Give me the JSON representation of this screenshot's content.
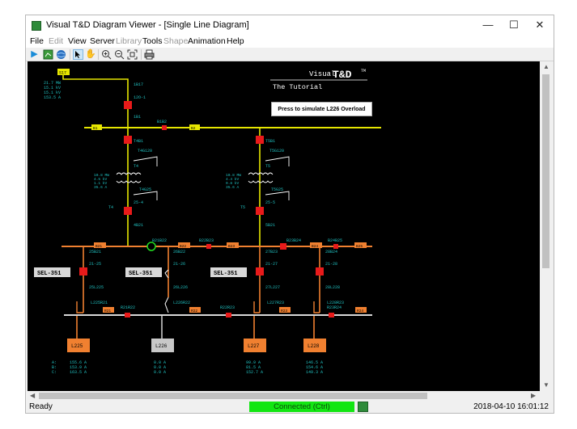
{
  "window": {
    "title": "Visual T&D Diagram Viewer - [Single Line Diagram]",
    "controls": {
      "minimize": "—",
      "maximize": "☐",
      "close": "✕"
    }
  },
  "menu": [
    "File",
    "Edit",
    "View",
    "Server",
    "Library",
    "Tools",
    "Shape",
    "Animation",
    "Help"
  ],
  "menu_disabled": [
    "Edit",
    "Library",
    "Shape"
  ],
  "toolbar": [
    "play-icon",
    "green-map-icon",
    "globe-icon",
    "pointer-icon",
    "hand-icon",
    "zoom-in-icon",
    "zoom-out-icon",
    "fit-icon",
    "print-icon"
  ],
  "diagram": {
    "brand": {
      "visual": "Visual",
      "td": "T&D",
      "tm": "TM",
      "subtitle": "The Tutorial"
    },
    "simulate_button": "Press to simulate L226 Overload",
    "top_source": {
      "tag": "S17",
      "readings": [
        "21.7 MW",
        "15.1 kV",
        "15.1 kV",
        "153.5 A"
      ],
      "labels": [
        "1B17",
        "12O-1",
        "1B1"
      ]
    },
    "bus_1": {
      "left_tag": "B1",
      "right_tag": "B2",
      "label": "B1B2"
    },
    "bay_left": {
      "labels": [
        "T4B1",
        "T4G120",
        "T4",
        "T4G25",
        "25-4",
        "4B21",
        "T4"
      ],
      "readings": [
        "10.8 MW",
        "4.5 kV",
        "1.1 kV",
        "35.6 A"
      ]
    },
    "bay_right": {
      "labels": [
        "T5B1",
        "T5G120",
        "T5",
        "T5G25",
        "25-5",
        "5B21",
        "T5"
      ],
      "readings": [
        "10.8 MW",
        "4.4 kV",
        "0.8 kV",
        "35.6 A"
      ]
    },
    "bus_2": {
      "tags": [
        "B21",
        "B22",
        "B23",
        "B24",
        "B25",
        "B26"
      ],
      "labels": [
        "B21B22",
        "B22B23",
        "B23B24",
        "B24B25"
      ]
    },
    "relays": [
      "SEL-351",
      "SEL-351",
      "SEL-351"
    ],
    "feeder_labels": {
      "f1": [
        "25B21",
        "21-25",
        "25L225",
        "L225R21"
      ],
      "f2": [
        "26B22",
        "21-26",
        "26L226",
        "L226R22"
      ],
      "f3": [
        "27B23",
        "21-27",
        "27L227",
        "L227R23"
      ],
      "f4": [
        "28B24",
        "21-28",
        "28L228",
        "L228R23"
      ]
    },
    "load_bus": {
      "tags": [
        "R21",
        "R22",
        "R23",
        "R24"
      ],
      "labels": [
        "R21R22",
        "R22R23",
        "R23R24"
      ]
    },
    "loads": [
      {
        "name": "L225",
        "color": "#f08030",
        "phase": [
          "A:",
          "B:",
          "C:"
        ],
        "amps": [
          "155.6 A",
          "153.9 A",
          "163.5 A"
        ]
      },
      {
        "name": "L226",
        "color": "#c8c8c8",
        "phase": [
          "",
          "",
          ""
        ],
        "amps": [
          "0.0 A",
          "0.0 A",
          "0.0 A"
        ]
      },
      {
        "name": "L227",
        "color": "#f08030",
        "phase": [
          "",
          "",
          ""
        ],
        "amps": [
          "99.9 A",
          "81.5 A",
          "152.7 A"
        ]
      },
      {
        "name": "L228",
        "color": "#f08030",
        "phase": [
          "",
          "",
          ""
        ],
        "amps": [
          "146.5 A",
          "154.6 A",
          "149.3 A"
        ]
      }
    ]
  },
  "status": {
    "ready": "Ready",
    "connection": "Connected (Ctrl)",
    "datetime": "2018-04-10 16:01:12"
  },
  "colors": {
    "bus_yellow": "#e6e600",
    "bus_orange": "#f08030",
    "breaker_red": "#e81a1a",
    "cyan_text": "#20c0c0",
    "status_green": "#12e612"
  }
}
